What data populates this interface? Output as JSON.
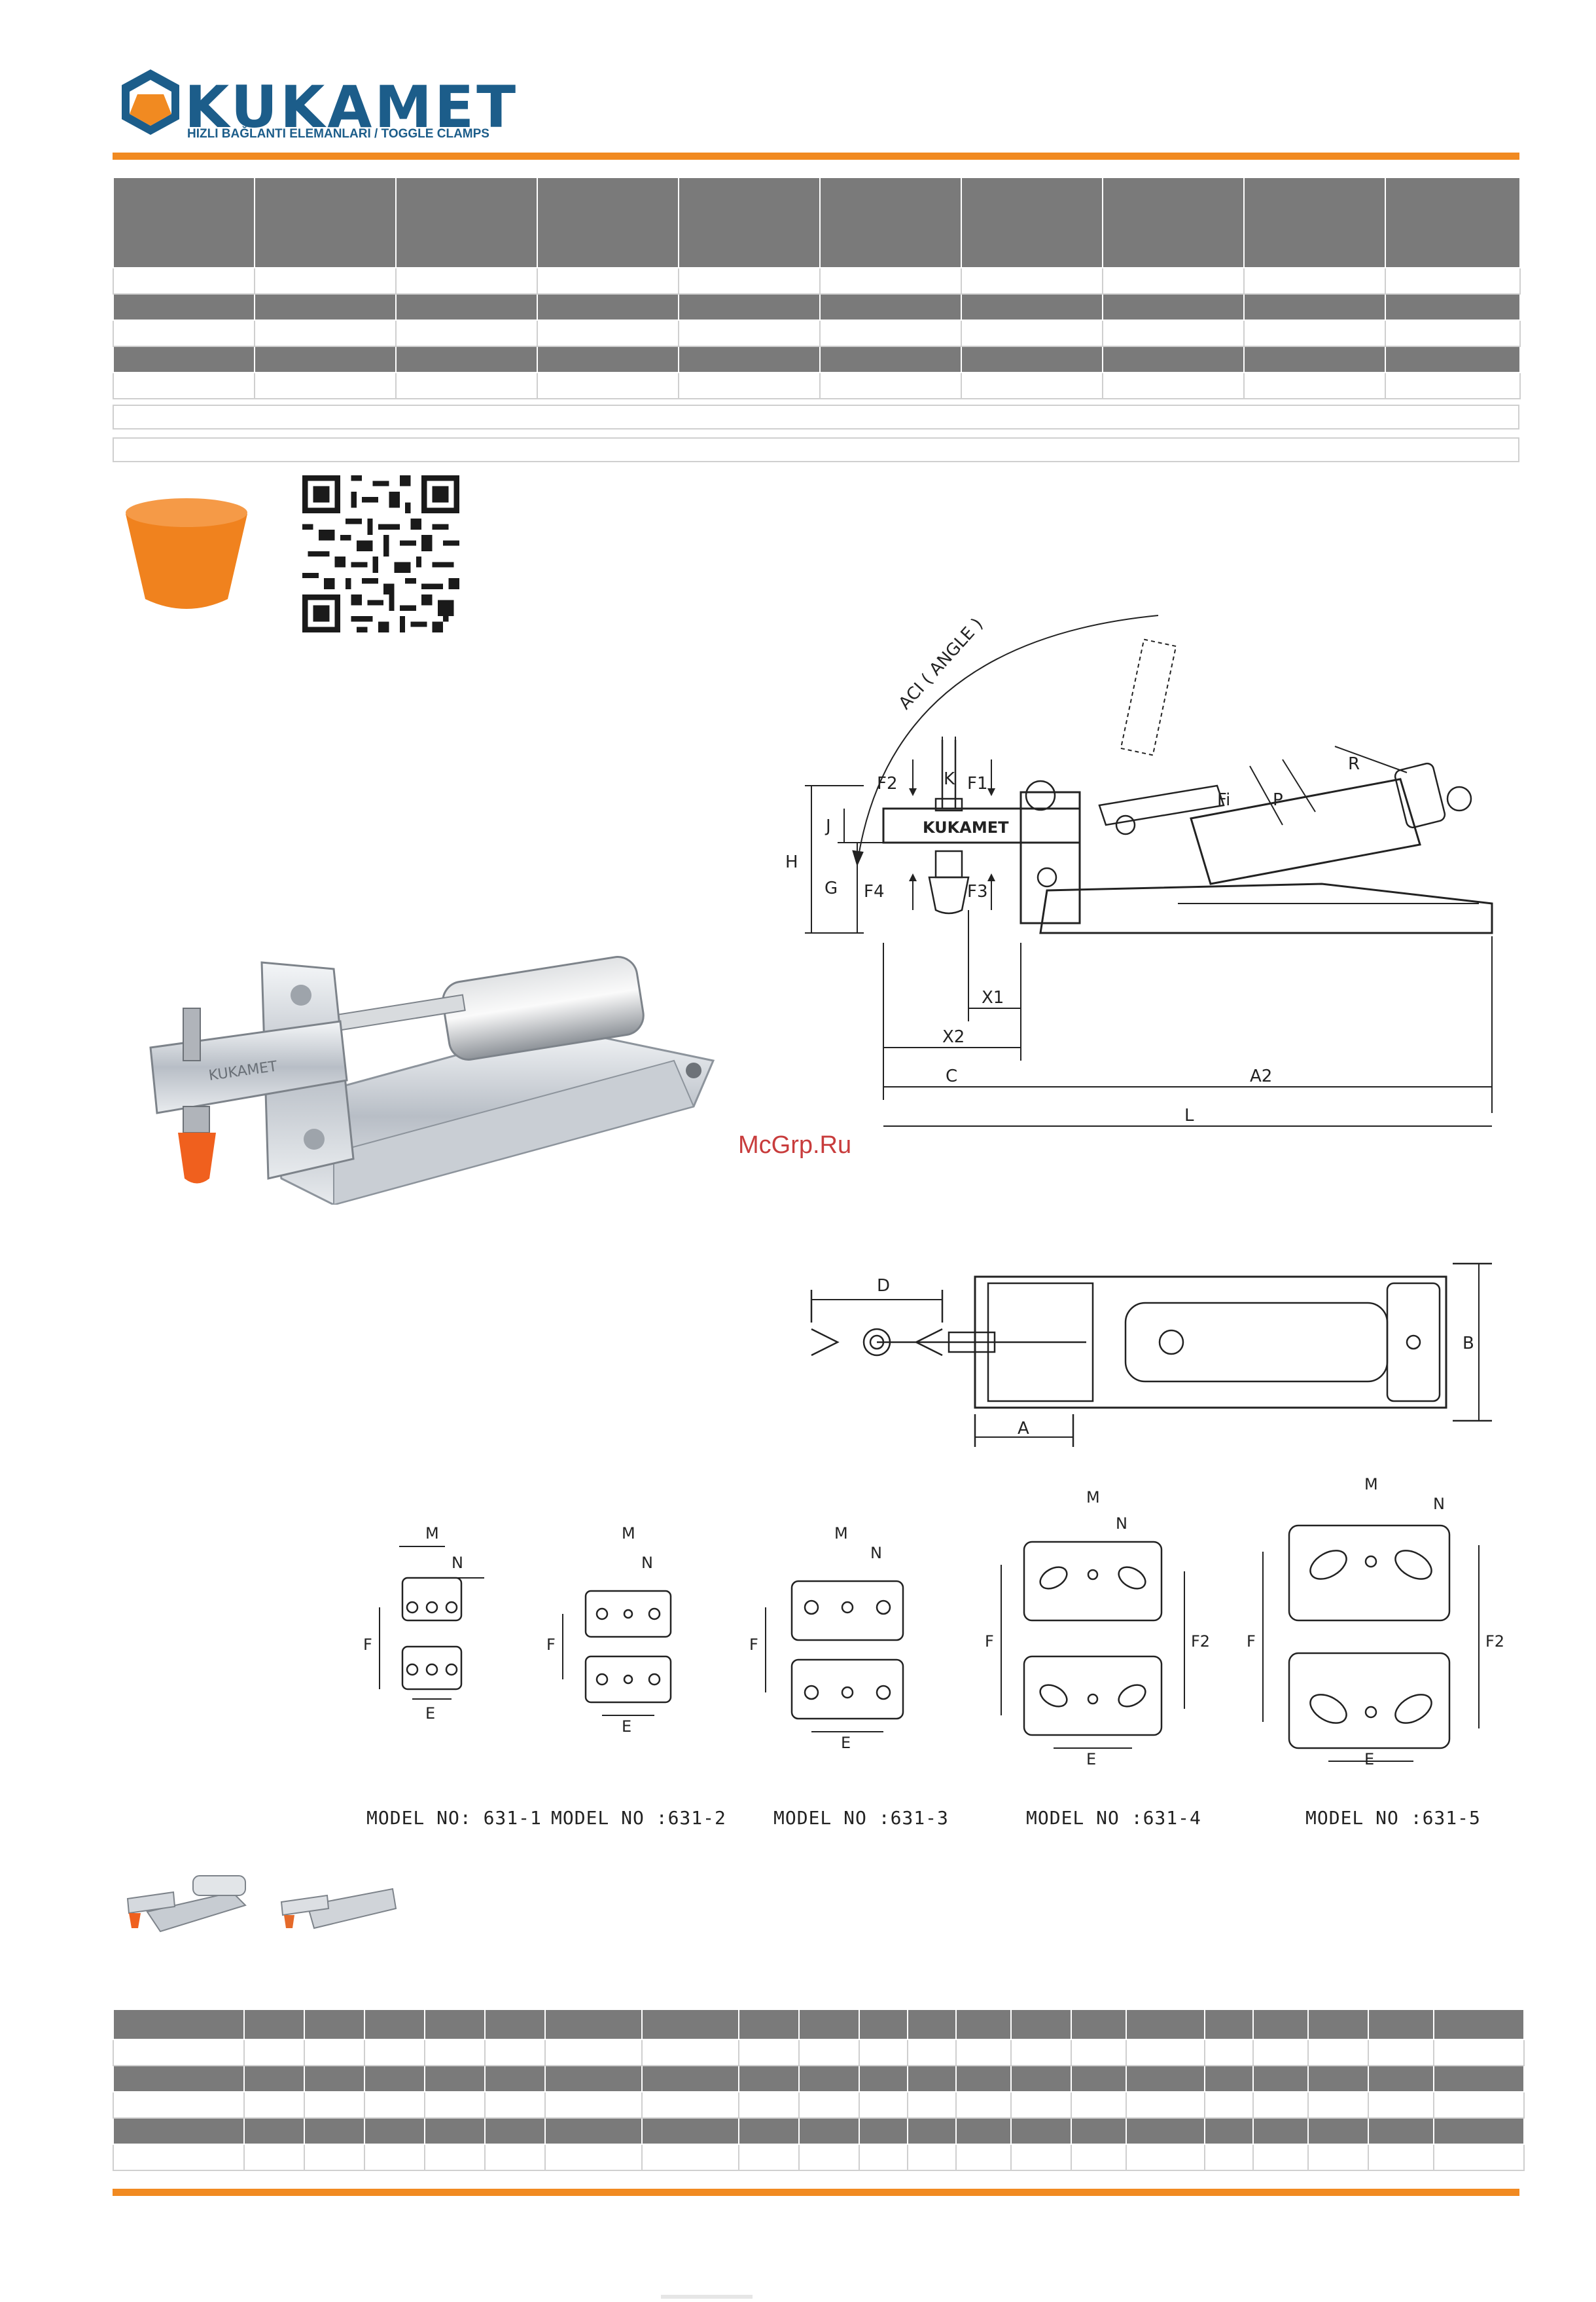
{
  "header": {
    "brand": "KUKAMET",
    "tagline": "HIZLI BAĞLANTI ELEMANLARI / TOGGLE CLAMPS",
    "brand_color": "#1c5d8a",
    "accent_color": "#f18a21"
  },
  "drawing": {
    "angle_label": "ACI ( ANGLE )",
    "body_marking": "KUKAMET",
    "dims": {
      "K": "K",
      "F2": "F2",
      "F1": "F1",
      "Fi": "Fi",
      "P": "P",
      "R": "R",
      "H": "H",
      "J": "J",
      "G": "G",
      "F4": "F4",
      "F3": "F3",
      "X1": "X1",
      "X2": "X2",
      "C": "C",
      "A2": "A2",
      "L": "L",
      "D": "D",
      "B": "B",
      "A": "A"
    }
  },
  "bases": {
    "dims": {
      "M": "M",
      "N": "N",
      "F": "F",
      "E": "E",
      "F2": "F2"
    },
    "models": [
      {
        "caption": "MODEL  NO:  631-1"
      },
      {
        "caption": "MODEL  NO  :631-2"
      },
      {
        "caption": "MODEL  NO  :631-3"
      },
      {
        "caption": "MODEL  NO  :631-4"
      },
      {
        "caption": "MODEL  NO  :631-5"
      }
    ]
  },
  "watermark": "McGrp.Ru"
}
